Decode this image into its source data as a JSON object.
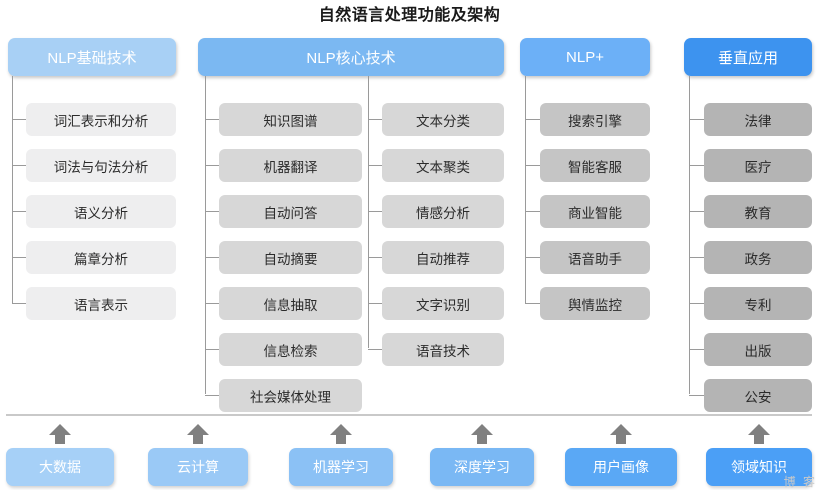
{
  "title": "自然语言处理功能及架构",
  "colors": {
    "header_basic": "#a8d0f5",
    "header_core": "#7bb8f2",
    "header_plus": "#6cb0f7",
    "header_vertical": "#3d93ef",
    "item_basic": "#eeeeef",
    "item_core": "#d7d7d7",
    "item_plus": "#c5c5c5",
    "item_vertical": "#b4b4b4",
    "line": "#9a9a9a",
    "arrow": "#808080",
    "divider": "#c9c9c9",
    "title_text": "#1a1a1a"
  },
  "columns": [
    {
      "id": "nlp-basic",
      "header": "NLP基础技术",
      "items": [
        "词汇表示和分析",
        "词法与句法分析",
        "语义分析",
        "篇章分析",
        "语言表示"
      ]
    },
    {
      "id": "nlp-core",
      "header": "NLP核心技术",
      "items_left": [
        "知识图谱",
        "机器翻译",
        "自动问答",
        "自动摘要",
        "信息抽取",
        "信息检索",
        "社会媒体处理"
      ],
      "items_right": [
        "文本分类",
        "文本聚类",
        "情感分析",
        "自动推荐",
        "文字识别",
        "语音技术"
      ]
    },
    {
      "id": "nlp-plus",
      "header": "NLP+",
      "items": [
        "搜索引擎",
        "智能客服",
        "商业智能",
        "语音助手",
        "舆情监控"
      ]
    },
    {
      "id": "vertical-apps",
      "header": "垂直应用",
      "items": [
        "法律",
        "医疗",
        "教育",
        "政务",
        "专利",
        "出版",
        "公安"
      ]
    }
  ],
  "foundation": {
    "items": [
      "大数据",
      "云计算",
      "机器学习",
      "深度学习",
      "用户画像",
      "领域知识"
    ],
    "colors": [
      "#a6d0f7",
      "#9ac9f6",
      "#8bc1f5",
      "#7ab8f4",
      "#5aa8f5",
      "#4b9ff6"
    ]
  },
  "watermark": "博 客"
}
